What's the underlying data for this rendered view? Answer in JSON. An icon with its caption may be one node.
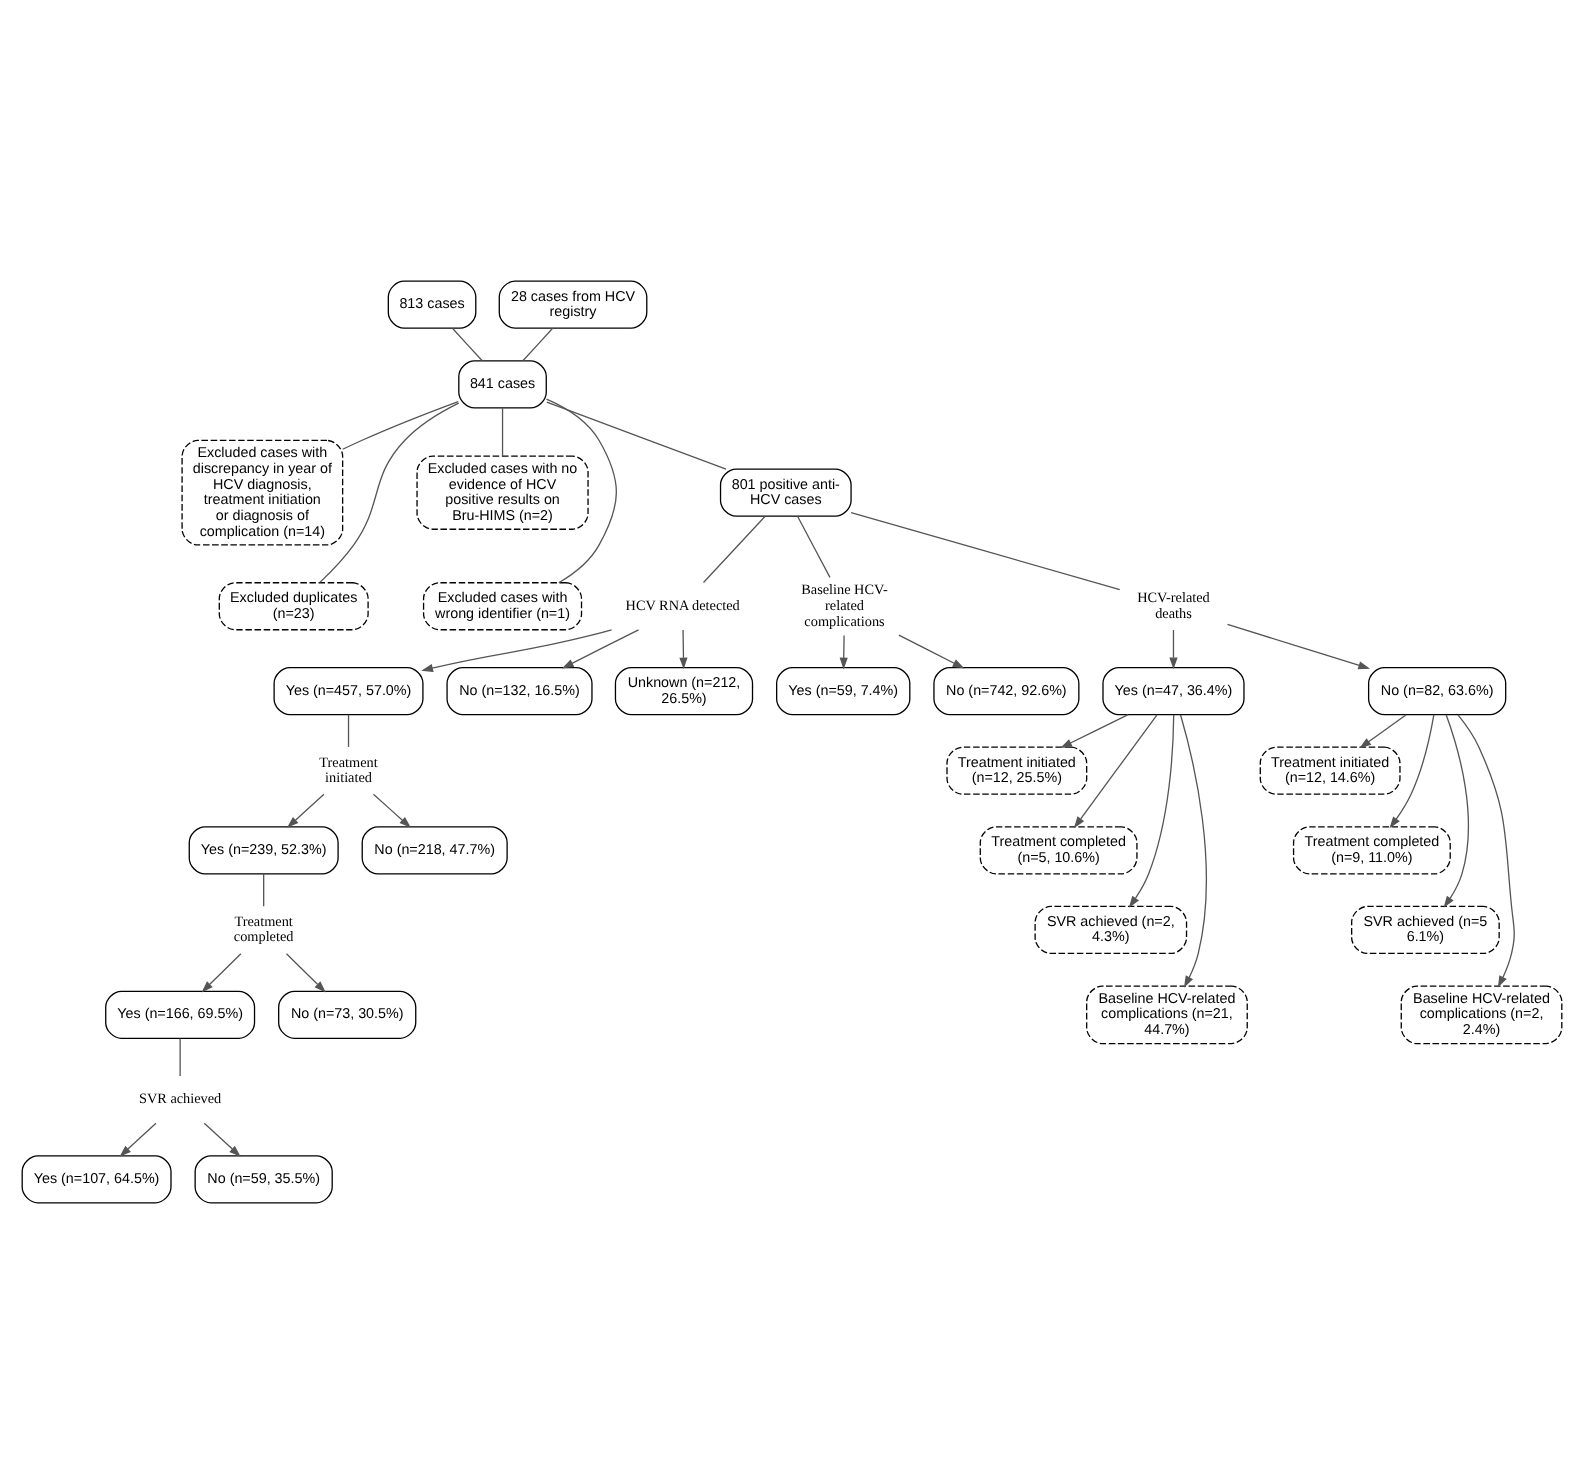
{
  "diagram": {
    "nodes": [
      {
        "text": [
          "813 cases"
        ]
      },
      {
        "text": [
          "28 cases from HCV registry"
        ]
      },
      {
        "text": [
          "841 cases"
        ]
      },
      {
        "text": [
          "Excluded cases with discrepancy in year of HCV diagnosis, treatment initiation or diagnosis of complication (n=14)"
        ]
      },
      {
        "text": [
          "Excluded cases with no evidence of HCV positive results on Bru-HIMS (n=2)"
        ]
      },
      {
        "text": [
          "Excluded cases with wrong identifier (n=1)"
        ]
      },
      {
        "text": [
          "Excluded duplicates (n=23)"
        ]
      },
      {
        "text": [
          "801 positive anti-HCV cases"
        ]
      },
      {
        "text": [
          "HCV RNA detected"
        ]
      },
      {
        "text": [
          "Baseline HCV-related complications"
        ]
      },
      {
        "text": [
          "HCV-related deaths"
        ]
      },
      {
        "text": [
          "Yes (n=457, 57.0%)"
        ]
      },
      {
        "text": [
          "No (n=132, 16.5%)"
        ]
      },
      {
        "text": [
          "Unknown (n=212, 26.5%)"
        ]
      },
      {
        "text": [
          "Yes (n=59, 7.4%)"
        ]
      },
      {
        "text": [
          "No (n=742, 92.6%)"
        ]
      },
      {
        "text": [
          "Yes (n=47, 36.4%)"
        ]
      },
      {
        "text": [
          "No (n=82, 63.6%)"
        ]
      },
      {
        "text": [
          "Treatment initiated"
        ]
      },
      {
        "text": [
          "Yes (n=239, 52.3%)"
        ]
      },
      {
        "text": [
          "No (n=218, 47.7%)"
        ]
      },
      {
        "text": [
          "Treatment completed"
        ]
      },
      {
        "text": [
          "Yes (n=166, 69.5%)"
        ]
      },
      {
        "text": [
          "No (n=73, 30.5%)"
        ]
      },
      {
        "text": [
          "SVR achieved"
        ]
      },
      {
        "text": [
          "Yes (n=107, 64.5%)"
        ]
      },
      {
        "text": [
          "No (n=59, 35.5%)"
        ]
      },
      {
        "text": [
          "Treatment initiated (n=12, 25.5%)"
        ]
      },
      {
        "text": [
          "Treatment completed (n=5, 10.6%)"
        ]
      },
      {
        "text": [
          "SVR achieved (n=2, 4.3%)"
        ]
      },
      {
        "text": [
          "Baseline HCV-related complications (n=21, 44.7%)"
        ]
      },
      {
        "text": [
          "Treatment initiated (n=12, 14.6%)"
        ]
      },
      {
        "text": [
          "Treatment completed (n=9, 11.0%)"
        ]
      },
      {
        "text": [
          "SVR achieved (n=5 6.1%)"
        ]
      },
      {
        "text": [
          "Baseline HCV-related complications (n=2, 2.4%)"
        ]
      }
    ],
    "edges": [
      {
        "from": 0,
        "to": 2,
        "arrow": "none"
      },
      {
        "from": 1,
        "to": 2,
        "arrow": "none"
      },
      {
        "from": 2,
        "to": 7,
        "arrow": "none"
      },
      {
        "from": 2,
        "to": 3,
        "arrow": "none"
      },
      {
        "from": 2,
        "to": 4,
        "arrow": "none"
      },
      {
        "from": 2,
        "to": 5,
        "arrow": "none"
      },
      {
        "from": 2,
        "to": 6,
        "arrow": "none"
      },
      {
        "from": 7,
        "to": 8,
        "arrow": "none"
      },
      {
        "from": 7,
        "to": 9,
        "arrow": "none"
      },
      {
        "from": 7,
        "to": 10,
        "arrow": "none"
      },
      {
        "from": 8,
        "to": 11,
        "arrow": "to"
      },
      {
        "from": 8,
        "to": 12,
        "arrow": "to"
      },
      {
        "from": 8,
        "to": 13,
        "arrow": "to"
      },
      {
        "from": 9,
        "to": 14,
        "arrow": "to"
      },
      {
        "from": 9,
        "to": 15,
        "arrow": "to"
      },
      {
        "from": 10,
        "to": 16,
        "arrow": "to"
      },
      {
        "from": 10,
        "to": 17,
        "arrow": "to"
      },
      {
        "from": 11,
        "to": 18,
        "arrow": "none"
      },
      {
        "from": 18,
        "to": 19,
        "arrow": "to"
      },
      {
        "from": 18,
        "to": 20,
        "arrow": "to"
      },
      {
        "from": 19,
        "to": 21,
        "arrow": "none"
      },
      {
        "from": 21,
        "to": 22,
        "arrow": "to"
      },
      {
        "from": 21,
        "to": 23,
        "arrow": "to"
      },
      {
        "from": 22,
        "to": 24,
        "arrow": "none"
      },
      {
        "from": 24,
        "to": 25,
        "arrow": "to"
      },
      {
        "from": 24,
        "to": 26,
        "arrow": "to"
      },
      {
        "from": 16,
        "to": 27,
        "arrow": "to"
      },
      {
        "from": 16,
        "to": 28,
        "arrow": "to"
      },
      {
        "from": 16,
        "to": 29,
        "arrow": "to"
      },
      {
        "from": 16,
        "to": 30,
        "arrow": "to"
      },
      {
        "from": 17,
        "to": 31,
        "arrow": "to"
      },
      {
        "from": 17,
        "to": 32,
        "arrow": "to"
      },
      {
        "from": 17,
        "to": 33,
        "arrow": "to"
      },
      {
        "from": 17,
        "to": 34,
        "arrow": "to"
      }
    ]
  }
}
